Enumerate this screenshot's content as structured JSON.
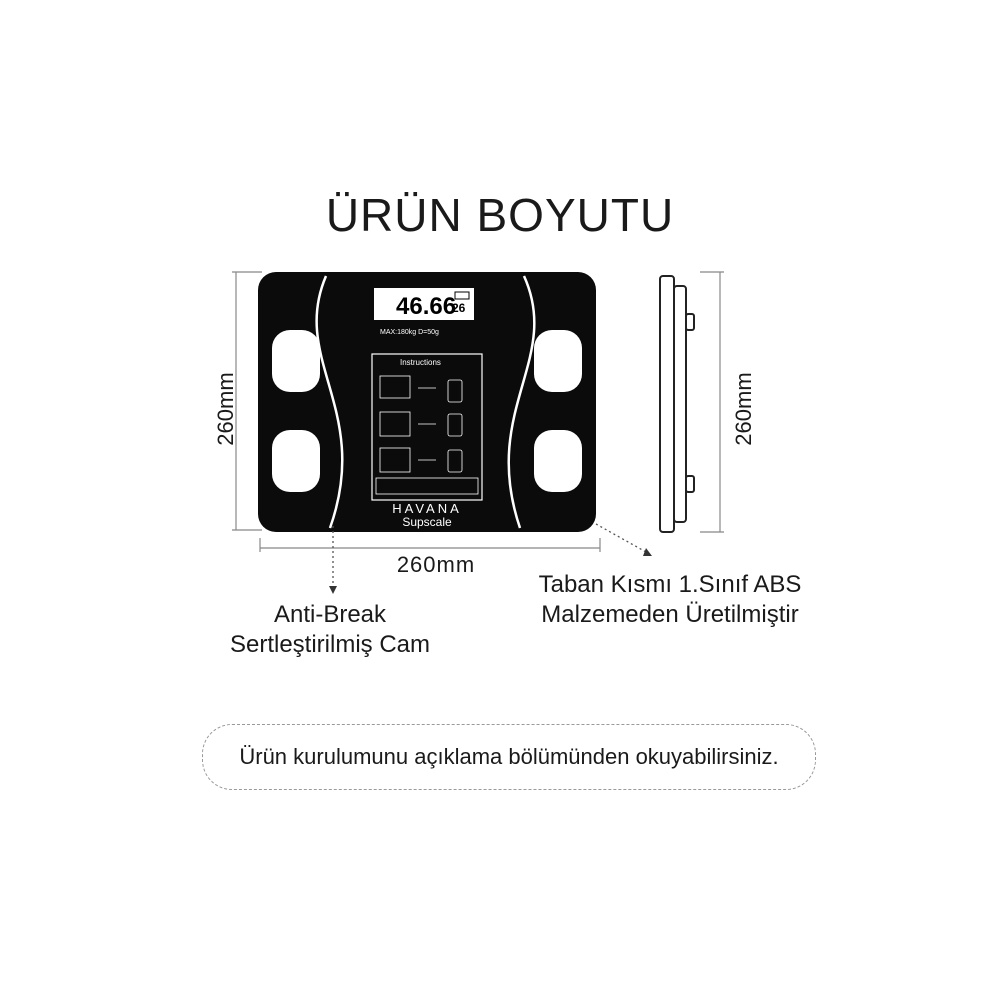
{
  "title": "ÜRÜN BOYUTU",
  "dimensions": {
    "height_left": "260mm",
    "height_right": "260mm",
    "width": "260mm"
  },
  "scale": {
    "display_weight": "46.66",
    "display_small": "26",
    "spec": "MAX:180kg   D=50g",
    "instructions_title": "Instructions",
    "brand": "HAVANA",
    "model": "Supscale"
  },
  "callouts": {
    "glass_line1": "Anti-Break",
    "glass_line2": "Sertleştirilmiş Cam",
    "base_line1": "Taban Kısmı 1.Sınıf ABS",
    "base_line2": "Malzemeden Üretilmiştir"
  },
  "note": "Ürün kurulumunu açıklama bölümünden okuyabilirsiniz.",
  "colors": {
    "scale_body": "#0b0b0b",
    "line": "#ffffff",
    "text": "#1a1a1a"
  }
}
